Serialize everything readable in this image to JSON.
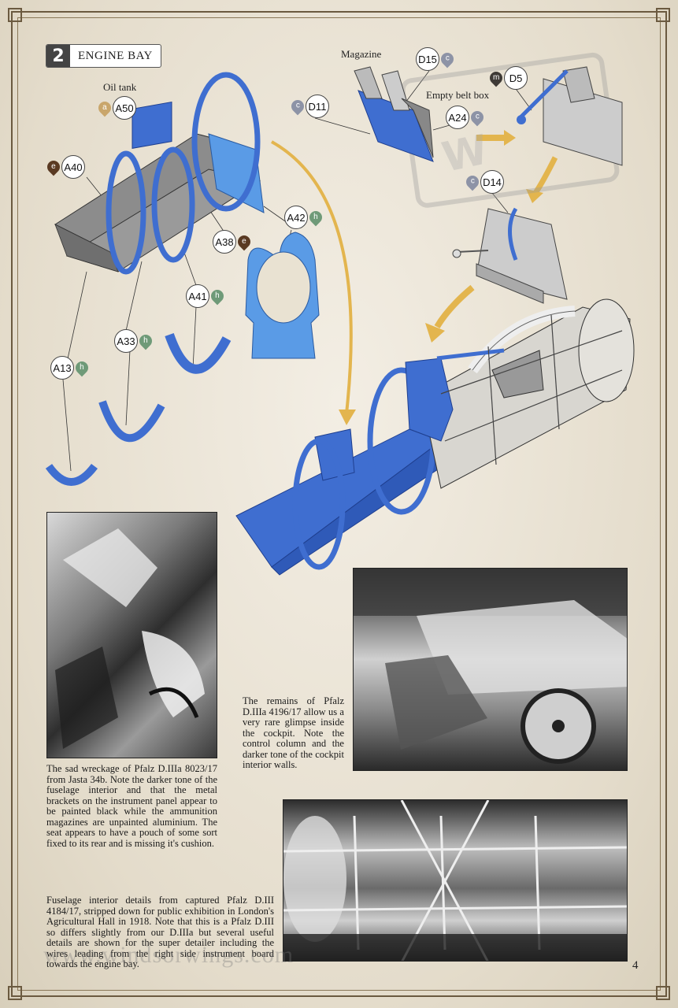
{
  "step": {
    "number": "2",
    "title": "ENGINE BAY"
  },
  "labels": {
    "oil_tank": "Oil tank",
    "magazine": "Magazine",
    "empty_belt_box": "Empty belt box"
  },
  "callouts": {
    "a50": {
      "part": "A50",
      "paint": "a"
    },
    "a40": {
      "part": "A40",
      "paint": "e"
    },
    "a38": {
      "part": "A38",
      "paint": "e"
    },
    "a42": {
      "part": "A42",
      "paint": "h"
    },
    "a41": {
      "part": "A41",
      "paint": "h"
    },
    "a33": {
      "part": "A33",
      "paint": "h"
    },
    "a13": {
      "part": "A13",
      "paint": "h"
    },
    "d15": {
      "part": "D15",
      "paint": "c"
    },
    "d11": {
      "part": "D11",
      "paint": "c"
    },
    "d5": {
      "part": "D5",
      "paint": "m"
    },
    "a24": {
      "part": "A24",
      "paint": "c"
    },
    "d14": {
      "part": "D14",
      "paint": "c"
    }
  },
  "paint_colors": {
    "a": "#c9a66b",
    "e": "#5a3a22",
    "h": "#6f9a78",
    "c": "#8d93a6",
    "m": "#3e3a36"
  },
  "captions": {
    "wreck": "The sad wreckage of Pfalz D.IIIa 8023/17 from Jasta 34b. Note the darker tone of the fuselage interior and that the metal brackets on the instrument panel appear to be painted black while the ammunition magazines are unpainted aluminium. The seat appears to have a pouch of some sort fixed to its rear and is missing it's cushion.",
    "remains": "The remains of Pfalz D.IIIa 4196/17 allow us a very rare glimpse inside the cockpit. Note the control column and the darker tone of the cockpit interior walls.",
    "fuselage": "Fuselage interior details from captured Pfalz D.III 4184/17, stripped down for public exhibition in London's Agricultural Hall in 1918. Note that this is a Pfalz D.III so differs slightly from our D.IIIa but several useful details are shown for the super detailer including the wires leading from the right side instrument board towards the engine bay."
  },
  "watermark": "www.windsorwings.com",
  "page_number": "4",
  "colors": {
    "part_blue": "#3f6ed0",
    "part_light_blue": "#5a9be6",
    "arrow_gold": "#e3b54e",
    "frame": "#6b5a40"
  }
}
